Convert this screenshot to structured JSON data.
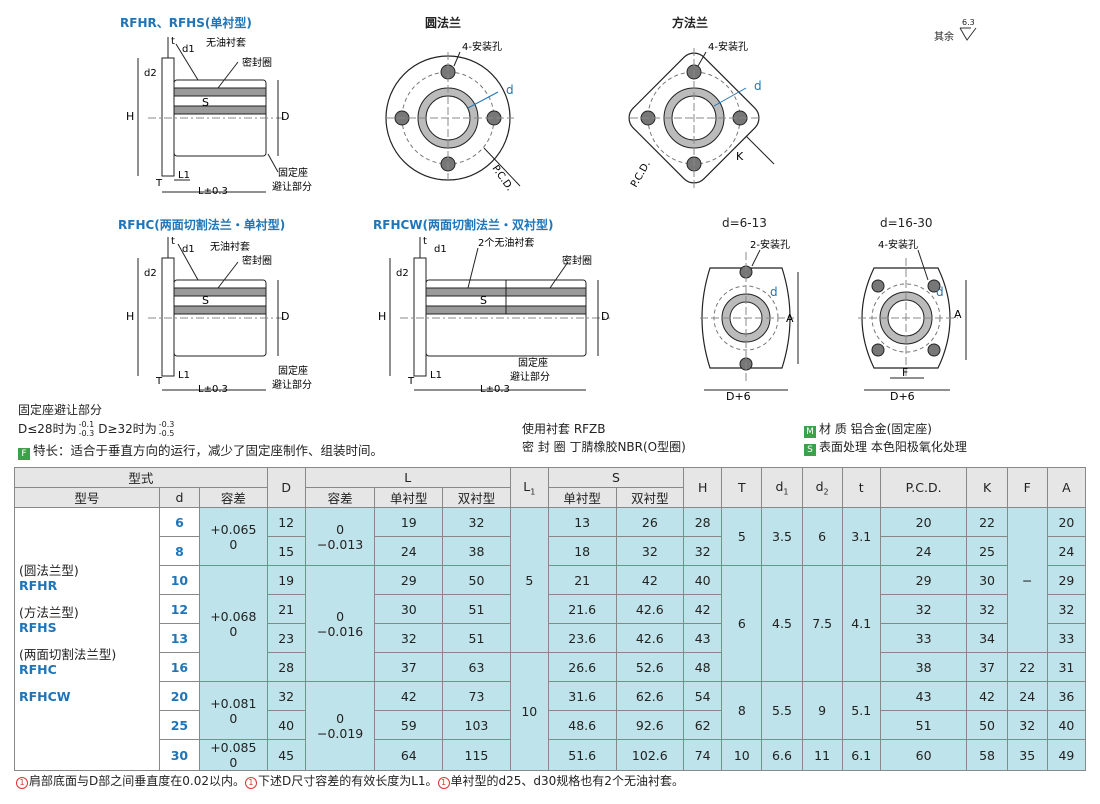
{
  "drawings": {
    "rfhr_title": "RFHR、RFHS(单衬型)",
    "round_flange_title": "圆法兰",
    "square_flange_title": "方法兰",
    "finish_label": "其余",
    "finish_value": "6.3",
    "rfhc_title": "RFHC(两面切割法兰・单衬型)",
    "rfhcw_title": "RFHCW(两面切割法兰・双衬型)",
    "d6_13_title": "d=6-13",
    "d16_30_title": "d=16-30",
    "labels": {
      "no_oil_liner": "无油衬套",
      "seal_ring": "密封圈",
      "two_no_oil_liner": "2个无油衬套",
      "fixing_seat": "固定座",
      "avoid_part": "避让部分",
      "four_holes": "4-安装孔",
      "two_holes": "2-安装孔",
      "t": "t",
      "d1": "d1",
      "d2": "d2",
      "S": "S",
      "H": "H",
      "D": "D",
      "T": "T",
      "L1": "L1",
      "L_tol": "L±0.3",
      "d": "d",
      "pcd": "P.C.D.",
      "K": "K",
      "A": "A",
      "F": "F",
      "D6": "D+6"
    }
  },
  "notes": {
    "avoid_title": "固定座避让部分",
    "avoid_rule_a": "D≤28时为",
    "avoid_rule_a_tol_top": "-0.1",
    "avoid_rule_a_tol_bot": "-0.3",
    "avoid_rule_b": "D≥32时为",
    "avoid_rule_b_tol_top": "-0.3",
    "avoid_rule_b_tol_bot": "-0.5",
    "feature_icon": "F",
    "feature": "特长：适合于垂直方向的运行，减少了固定座制作、组装时间。",
    "liner": "使用衬套  RFZB",
    "seal": "密  封  圈  丁腈橡胶NBR(O型圈)",
    "material_icon": "M",
    "material": "材      质  铝合金(固定座)",
    "surface_icon": "S",
    "surface": "表面处理  本色阳极氧化处理"
  },
  "table": {
    "headers": {
      "model_group": "型式",
      "model": "型号",
      "d": "d",
      "tol": "容差",
      "D": "D",
      "L": "L",
      "L1": "L",
      "L1_sub": "1",
      "S": "S",
      "H": "H",
      "T": "T",
      "d1": "d",
      "d1_sub": "1",
      "d2": "d",
      "d2_sub": "2",
      "t": "t",
      "pcd": "P.C.D.",
      "K": "K",
      "F": "F",
      "A": "A",
      "D_tol": "容差",
      "L_single": "单衬型",
      "L_double": "双衬型",
      "S_single": "单衬型",
      "S_double": "双衬型"
    },
    "types": [
      {
        "cn": "(圆法兰型)",
        "code": "RFHR"
      },
      {
        "cn": "(方法兰型)",
        "code": "RFHS"
      },
      {
        "cn": "(两面切割法兰型)",
        "code": "RFHC"
      },
      {
        "cn": "",
        "code": "RFHCW"
      }
    ],
    "rows": [
      {
        "d": "6",
        "D": "12",
        "L_s": "19",
        "L_d": "32",
        "S_s": "13",
        "S_d": "26",
        "H": "28",
        "pcd": "20",
        "K": "22",
        "A": "20"
      },
      {
        "d": "8",
        "D": "15",
        "L_s": "24",
        "L_d": "38",
        "S_s": "18",
        "S_d": "32",
        "H": "32",
        "pcd": "24",
        "K": "25",
        "A": "24"
      },
      {
        "d": "10",
        "D": "19",
        "L_s": "29",
        "L_d": "50",
        "S_s": "21",
        "S_d": "42",
        "H": "40",
        "pcd": "29",
        "K": "30",
        "A": "29"
      },
      {
        "d": "12",
        "D": "21",
        "L_s": "30",
        "L_d": "51",
        "S_s": "21.6",
        "S_d": "42.6",
        "H": "42",
        "pcd": "32",
        "K": "32",
        "A": "32"
      },
      {
        "d": "13",
        "D": "23",
        "L_s": "32",
        "L_d": "51",
        "S_s": "23.6",
        "S_d": "42.6",
        "H": "43",
        "pcd": "33",
        "K": "34",
        "A": "33"
      },
      {
        "d": "16",
        "D": "28",
        "L_s": "37",
        "L_d": "63",
        "S_s": "26.6",
        "S_d": "52.6",
        "H": "48",
        "pcd": "38",
        "K": "37",
        "F": "22",
        "A": "31"
      },
      {
        "d": "20",
        "D": "32",
        "L_s": "42",
        "L_d": "73",
        "S_s": "31.6",
        "S_d": "62.6",
        "H": "54",
        "pcd": "43",
        "K": "42",
        "F": "24",
        "A": "36"
      },
      {
        "d": "25",
        "D": "40",
        "L_s": "59",
        "L_d": "103",
        "S_s": "48.6",
        "S_d": "92.6",
        "H": "62",
        "pcd": "51",
        "K": "50",
        "F": "32",
        "A": "40"
      },
      {
        "d": "30",
        "D": "45",
        "L_s": "64",
        "L_d": "115",
        "S_s": "51.6",
        "S_d": "102.6",
        "H": "74",
        "T": "10",
        "d1": "6.6",
        "d2": "11",
        "t": "6.1",
        "pcd": "60",
        "K": "58",
        "F": "35",
        "A": "49"
      }
    ],
    "merged": {
      "tol_6_8": "+0.065\n0",
      "tol_10_16": "+0.068\n0",
      "tol_20_25": "+0.081\n0",
      "tol_30": "+0.085\n0",
      "Dtol_a": "0\n−0.013",
      "Dtol_b": "0\n−0.016",
      "Dtol_c": "0\n−0.019",
      "L1_a": "5",
      "L1_b": "10",
      "T_a": "5",
      "d1_a": "3.5",
      "d2_a": "6",
      "t_a": "3.1",
      "T_b": "6",
      "d1_b": "4.5",
      "d2_b": "7.5",
      "t_b": "4.1",
      "T_c": "8",
      "d1_c": "5.5",
      "d2_c": "9",
      "t_c": "5.1",
      "F_a": "−"
    }
  },
  "footer": {
    "n1_mark": "1",
    "n1": "肩部底面与D部之间垂直度在0.02以内。",
    "n2_mark": "1",
    "n2": "下述D尺寸容差的有效长度为L1。",
    "n3_mark": "1",
    "n3": "单衬型的d25、d30规格也有2个无油衬套。"
  }
}
